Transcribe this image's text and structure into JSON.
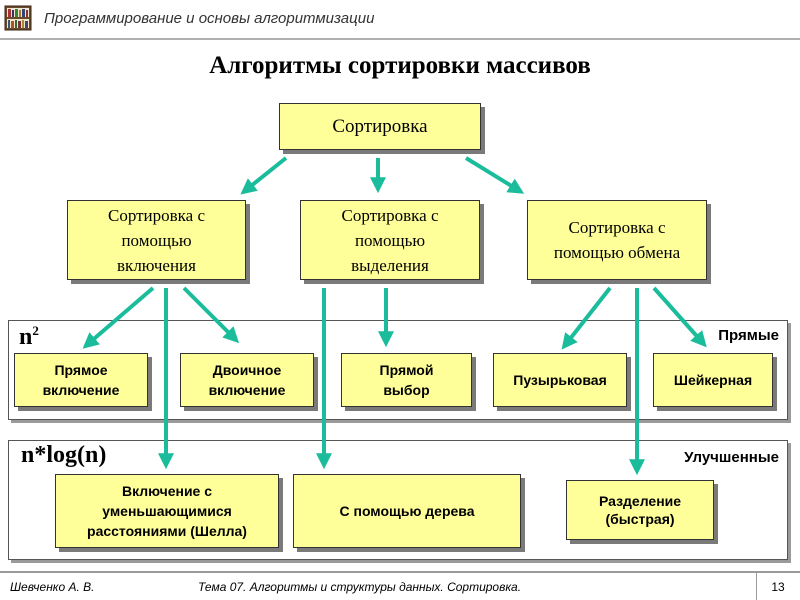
{
  "header": {
    "course_title": "Программирование и основы алгоритмизации",
    "logo_icon": "bookshelf-icon"
  },
  "slide_title": "Алгоритмы сортировки массивов",
  "diagram": {
    "root": "Сортировка",
    "methods": {
      "insertion": "Сортировка с помощью включения",
      "selection": "Сортировка с помощью выделения",
      "exchange": "Сортировка с помощью обмена"
    },
    "groups": {
      "direct": {
        "complexity_base": "n",
        "complexity_exp": "2",
        "tag": "Прямые"
      },
      "improved": {
        "complexity": "n*log(n)",
        "tag": "Улучшенные"
      }
    },
    "leaves": {
      "direct_insertion": "Прямое включение",
      "binary_insertion": "Двоичное включение",
      "direct_selection": "Прямой выбор",
      "bubble": "Пузырьковая",
      "shaker": "Шейкерная",
      "shell": "Включение с уменьшающимися расстояниями (Шелла)",
      "tree": "С помощью дерева",
      "quick": "Разделение (быстрая)"
    },
    "arrow_color": "#1abc9c",
    "box_color": "#ffff99"
  },
  "footer": {
    "author": "Шевченко А. В.",
    "topic": "Тема 07. Алгоритмы и структуры данных. Сортировка.",
    "page": "13"
  }
}
